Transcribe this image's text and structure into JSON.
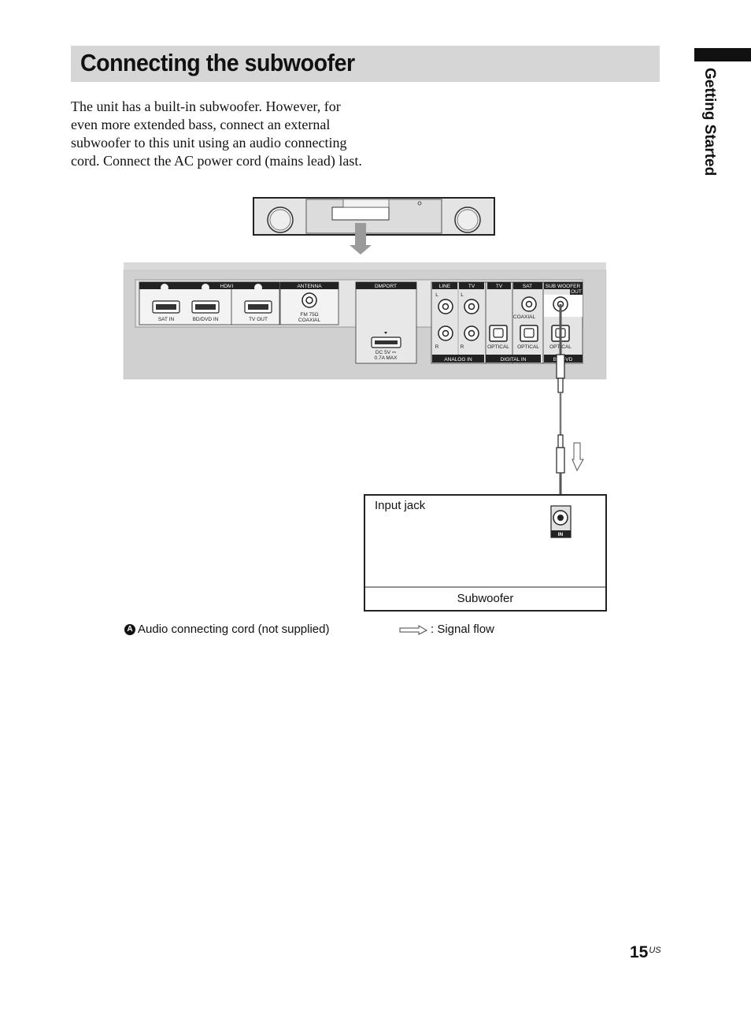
{
  "header": {
    "title": "Connecting the subwoofer"
  },
  "side_tab": {
    "label": "Getting Started"
  },
  "intro": {
    "text": "The unit has a built-in subwoofer. However, for even more extended bass, connect an external subwoofer to this unit using an audio connecting cord. Connect the AC power cord (mains lead) last."
  },
  "panel": {
    "hdmi": "HDMI",
    "sat_in": "SAT IN",
    "bd_dvd_in": "BD/DVD IN",
    "tv_out": "TV OUT",
    "antenna": "ANTENNA",
    "fm": "FM 75Ω",
    "coaxial_fm": "COAXIAL",
    "dmport": "DMPORT",
    "dc": "DC 5V ⎓",
    "dc_max": "0.7A MAX",
    "line": "LINE",
    "tv": "TV",
    "tv2": "TV",
    "sat": "SAT",
    "sub_woofer": "SUB WOOFER",
    "out": "OUT",
    "l": "L",
    "l2": "L",
    "r": "R",
    "r2": "R",
    "coaxial": "COAXIAL",
    "optical1": "OPTICAL",
    "optical2": "OPTICAL",
    "optical3": "OPTICAL",
    "analog_in": "ANALOG IN",
    "digital_in": "DIGITAL IN",
    "bd_dvd": "BD/DVD",
    "in_label": "IN"
  },
  "subwoofer": {
    "input_jack": "Input jack",
    "name": "Subwoofer"
  },
  "legend": {
    "badge": "A",
    "cord": "Audio connecting cord (not supplied)",
    "signal": ": Signal flow"
  },
  "page": {
    "number": "15",
    "suffix": "US"
  }
}
